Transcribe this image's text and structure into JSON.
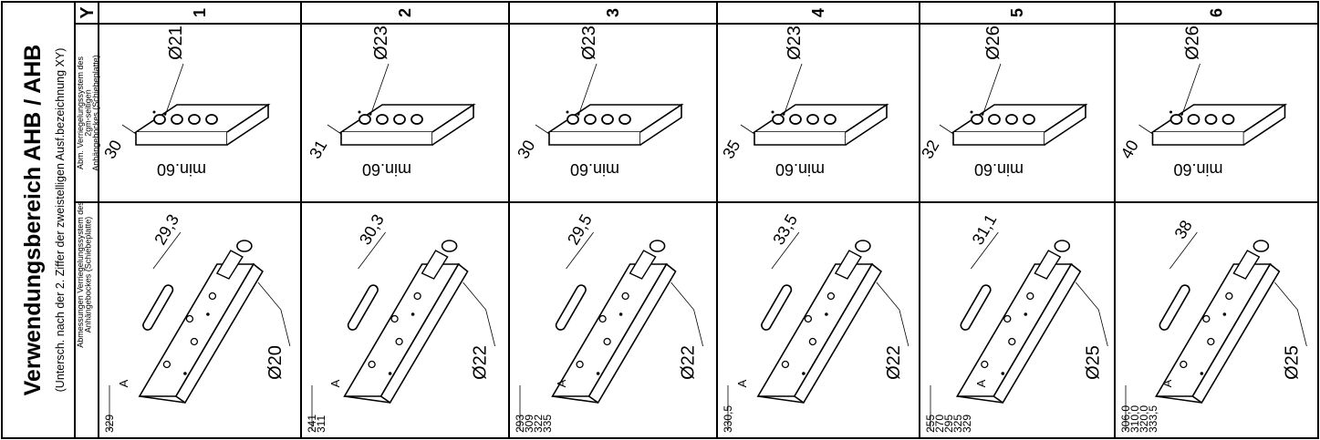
{
  "title": "Verwendungsbereich AHB / AHB",
  "subtitle": "(Untersch. nach der 2. Ziffer der zweistelligen Ausf.bezeichnung XY)",
  "row_labels": {
    "header": "Y",
    "row1": [
      "Abm. Verriegelungssystem des",
      "2gm-seitigen",
      "Anhängebockes (Schiebeplatte)"
    ],
    "row2": [
      "Abmessungen Verriegelungssystem des",
      "Anhängebockes (Schiebeplatte)"
    ]
  },
  "columns": [
    {
      "y": "1",
      "top_dia": "Ø21",
      "top_dim": "30",
      "top_min": "min.60",
      "bot_dim": "29,3",
      "bot_dia": "Ø20",
      "bot_a": "A",
      "bot_lengths": [
        "329"
      ]
    },
    {
      "y": "2",
      "top_dia": "Ø23",
      "top_dim": "31",
      "top_min": "min.60",
      "bot_dim": "30,3",
      "bot_dia": "Ø22",
      "bot_a": "A",
      "bot_lengths": [
        "241",
        "311"
      ]
    },
    {
      "y": "3",
      "top_dia": "Ø23",
      "top_dim": "30",
      "top_min": "min.60",
      "bot_dim": "29,5",
      "bot_dia": "Ø22",
      "bot_a": "A",
      "bot_lengths": [
        "293",
        "309",
        "322",
        "335"
      ]
    },
    {
      "y": "4",
      "top_dia": "Ø23",
      "top_dim": "35",
      "top_min": "min.60",
      "bot_dim": "33,5",
      "bot_dia": "Ø22",
      "bot_a": "A",
      "bot_lengths": [
        "330,5"
      ]
    },
    {
      "y": "5",
      "top_dia": "Ø26",
      "top_dim": "32",
      "top_min": "min.60",
      "bot_dim": "31,1",
      "bot_dia": "Ø25",
      "bot_a": "A",
      "bot_lengths": [
        "255",
        "270",
        "295",
        "325",
        "329"
      ]
    },
    {
      "y": "6",
      "top_dia": "Ø26",
      "top_dim": "40",
      "top_min": "min.60",
      "bot_dim": "38",
      "bot_dia": "Ø25",
      "bot_a": "A",
      "bot_lengths": [
        "306,0",
        "310,0",
        "320,0",
        "333,5"
      ]
    }
  ]
}
